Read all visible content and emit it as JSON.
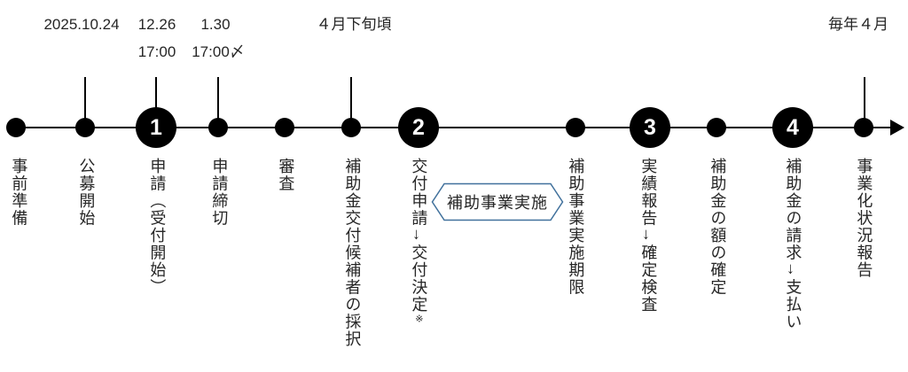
{
  "dates": {
    "offering_start": "2025.10.24",
    "application_start_date": "12.26",
    "application_start_time": "17:00",
    "deadline_date": "1.30",
    "deadline_time": "17:00〆",
    "selection_period": "４月下旬頃",
    "annual_report_period": "毎年４月"
  },
  "timeline": {
    "hexagon_label": "補助事業実施",
    "events": [
      {
        "label": "事前準備"
      },
      {
        "label": "公募開始"
      },
      {
        "number": "1",
        "label": "申請（受付開始）"
      },
      {
        "label": "申請締切"
      },
      {
        "label": "審査"
      },
      {
        "label": "補助金交付候補者の採択"
      },
      {
        "number": "2",
        "label": "交付申請→交付決定",
        "note": "※"
      },
      {
        "label": "補助事業実施期限"
      },
      {
        "number": "3",
        "label": "実績報告→確定検査"
      },
      {
        "label": "補助金の額の確定"
      },
      {
        "number": "4",
        "label": "補助金の請求→支払い"
      },
      {
        "label": "事業化状況報告"
      }
    ]
  }
}
